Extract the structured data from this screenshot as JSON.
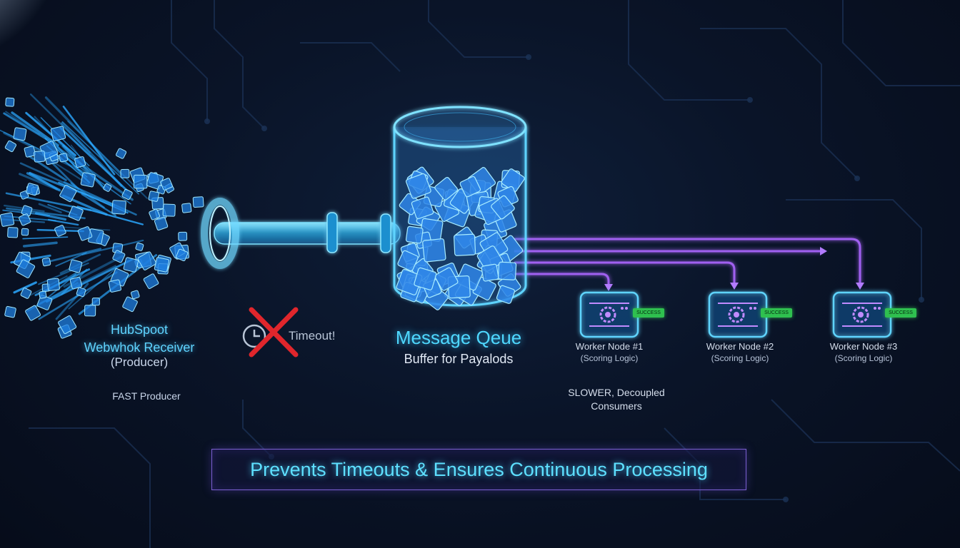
{
  "producer": {
    "title_line1": "HubSpoot",
    "title_line2": "Webwhok Receiver",
    "role": "(Producer)",
    "note": "FAST Producer"
  },
  "timeout": {
    "label": "Timeout!",
    "icon": "clock-icon",
    "mark": "red-x-icon"
  },
  "queue": {
    "title": "Message Qeue",
    "subtitle": "Buffer for Payalods"
  },
  "workers": [
    {
      "name": "Worker Node #1",
      "logic": "(Scoring Logic)",
      "badge": "SUCCESS"
    },
    {
      "name": "Worker Node #2",
      "logic": "(Scoring Logic)",
      "badge": "SUCCESS"
    },
    {
      "name": "Worker Node #3",
      "logic": "(Scoring Logic)",
      "badge": "SUCCESS"
    }
  ],
  "consumers_label": "SLOWER, Decoupled Consumers",
  "banner": "Prevents Timeouts & Ensures Continuous Processing",
  "colors": {
    "accent_cyan": "#4fd8ff",
    "flow_purple": "#a060f0",
    "success_green": "#2fc04f",
    "error_red": "#e0262c",
    "background": "#0a1428"
  }
}
